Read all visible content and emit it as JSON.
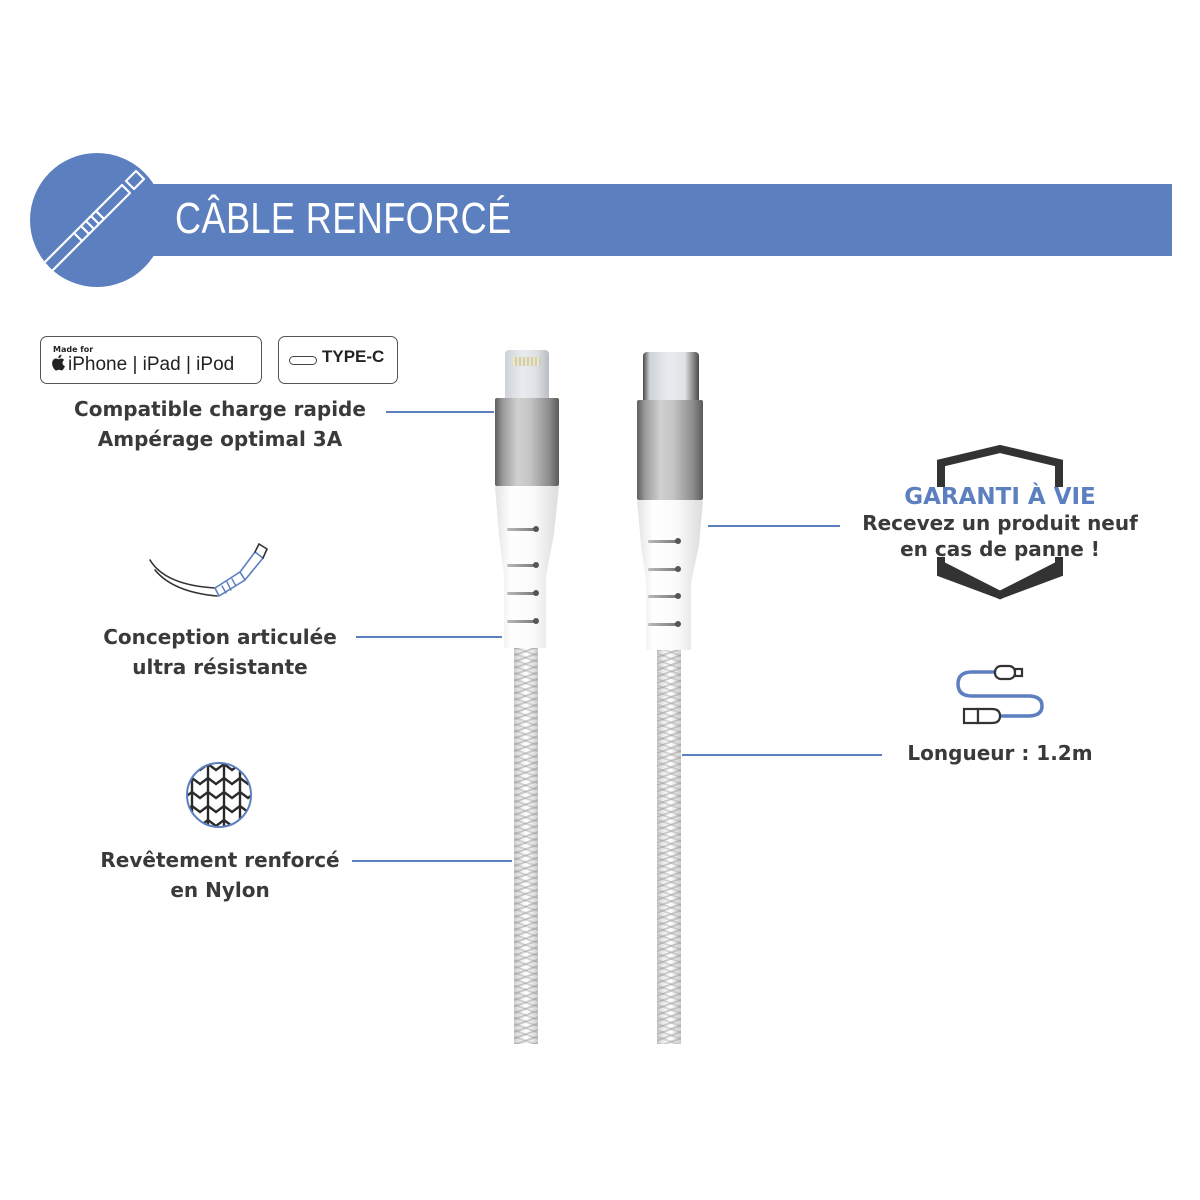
{
  "banner": {
    "title": "CÂBLE RENFORCÉ",
    "icon": "cable-connector-icon",
    "color": "#5b7fbf"
  },
  "badges": {
    "mfi": {
      "small": "Made for",
      "apple_glyph": "",
      "main": "iPhone | iPad | iPod",
      "icon": "apple-logo-icon"
    },
    "typec": {
      "label": "TYPE-C",
      "icon": "usb-c-port-icon"
    }
  },
  "features": {
    "fast_charge": {
      "line1": "Compatible charge rapide",
      "line2": "Ampérage optimal 3A"
    },
    "articulated": {
      "line1": "Conception articulée",
      "line2": "ultra résistante",
      "icon": "bent-cable-icon"
    },
    "nylon": {
      "line1": "Revêtement renforcé",
      "line2": "en Nylon",
      "icon": "nylon-mesh-icon"
    },
    "warranty": {
      "title": "GARANTI À VIE",
      "line1": "Recevez un produit neuf",
      "line2": "en cas de panne !",
      "icon": "shield-icon"
    },
    "length": {
      "label": "Longueur : 1.2m",
      "icon": "cable-length-icon"
    }
  },
  "colors": {
    "accent": "#5b7fbf",
    "text": "#3a3a3a",
    "shield": "#333333"
  },
  "products": {
    "left_connector": "lightning-connector",
    "right_connector": "usb-c-connector"
  }
}
